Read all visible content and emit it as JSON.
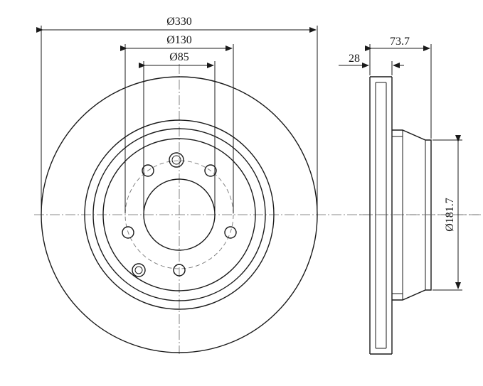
{
  "dimensions": {
    "outer_diameter": "Ø330",
    "bolt_circle_diameter": "Ø130",
    "center_bore_diameter": "Ø85",
    "thickness": "28",
    "overall_height": "73.7",
    "hat_diameter": "Ø181.7"
  },
  "colors": {
    "line": "#1a1a1a",
    "centerline": "#666666",
    "background": "#ffffff"
  },
  "features": {
    "bolt_holes": 5,
    "locating_holes": 2
  }
}
